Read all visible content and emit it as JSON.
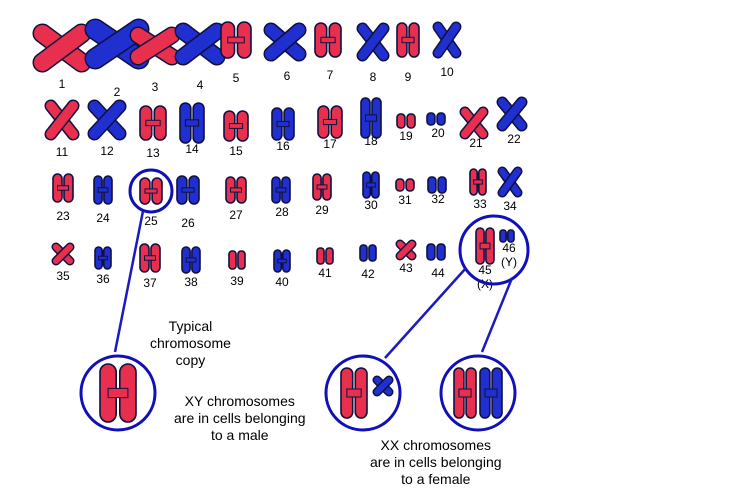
{
  "colors": {
    "red": "#e8304e",
    "blue": "#1f2fd0",
    "outline": "#101040",
    "circle": "#1010b8",
    "connector": "#1a1ac0"
  },
  "chromosomes": [
    {
      "n": "1",
      "color": "red",
      "shape": "X"
    },
    {
      "n": "2",
      "color": "blue",
      "shape": "X"
    },
    {
      "n": "3",
      "color": "red",
      "shape": "X"
    },
    {
      "n": "4",
      "color": "blue",
      "shape": "X"
    },
    {
      "n": "5",
      "color": "red",
      "shape": "H"
    },
    {
      "n": "6",
      "color": "blue",
      "shape": "X"
    },
    {
      "n": "7",
      "color": "red",
      "shape": "H"
    },
    {
      "n": "8",
      "color": "blue",
      "shape": "X"
    },
    {
      "n": "9",
      "color": "red",
      "shape": "H"
    },
    {
      "n": "10",
      "color": "blue",
      "shape": "X"
    },
    {
      "n": "11",
      "color": "red",
      "shape": "X"
    },
    {
      "n": "12",
      "color": "blue",
      "shape": "X"
    },
    {
      "n": "13",
      "color": "red",
      "shape": "H"
    },
    {
      "n": "14",
      "color": "blue",
      "shape": "H"
    },
    {
      "n": "15",
      "color": "red",
      "shape": "H"
    },
    {
      "n": "16",
      "color": "blue",
      "shape": "H"
    },
    {
      "n": "17",
      "color": "red",
      "shape": "H"
    },
    {
      "n": "18",
      "color": "blue",
      "shape": "H"
    },
    {
      "n": "19",
      "color": "red",
      "shape": "small"
    },
    {
      "n": "20",
      "color": "blue",
      "shape": "small"
    },
    {
      "n": "21",
      "color": "red",
      "shape": "X"
    },
    {
      "n": "22",
      "color": "blue",
      "shape": "X"
    },
    {
      "n": "23",
      "color": "red",
      "shape": "H"
    },
    {
      "n": "24",
      "color": "blue",
      "shape": "H"
    },
    {
      "n": "25",
      "color": "red",
      "shape": "H"
    },
    {
      "n": "26",
      "color": "blue",
      "shape": "H"
    },
    {
      "n": "27",
      "color": "red",
      "shape": "H"
    },
    {
      "n": "28",
      "color": "blue",
      "shape": "H"
    },
    {
      "n": "29",
      "color": "red",
      "shape": "H"
    },
    {
      "n": "30",
      "color": "blue",
      "shape": "H"
    },
    {
      "n": "31",
      "color": "red",
      "shape": "small"
    },
    {
      "n": "32",
      "color": "blue",
      "shape": "small"
    },
    {
      "n": "33",
      "color": "red",
      "shape": "H"
    },
    {
      "n": "34",
      "color": "blue",
      "shape": "X"
    },
    {
      "n": "35",
      "color": "red",
      "shape": "X"
    },
    {
      "n": "36",
      "color": "blue",
      "shape": "H"
    },
    {
      "n": "37",
      "color": "red",
      "shape": "H"
    },
    {
      "n": "38",
      "color": "blue",
      "shape": "H"
    },
    {
      "n": "39",
      "color": "red",
      "shape": "small"
    },
    {
      "n": "40",
      "color": "blue",
      "shape": "H"
    },
    {
      "n": "41",
      "color": "red",
      "shape": "small"
    },
    {
      "n": "42",
      "color": "blue",
      "shape": "small"
    },
    {
      "n": "43",
      "color": "red",
      "shape": "X"
    },
    {
      "n": "44",
      "color": "blue",
      "shape": "small"
    },
    {
      "n": "45",
      "color": "red",
      "shape": "H",
      "sub": "(X)"
    },
    {
      "n": "46",
      "color": "blue",
      "shape": "small",
      "sub": "(Y)"
    }
  ],
  "captions": {
    "typical": [
      "Typical",
      "chromosome",
      "copy"
    ],
    "male": [
      "XY chromosomes",
      "are in cells belonging",
      "to a male"
    ],
    "female": [
      "XX chromosomes",
      "are in cells belonging",
      "to a female"
    ]
  }
}
